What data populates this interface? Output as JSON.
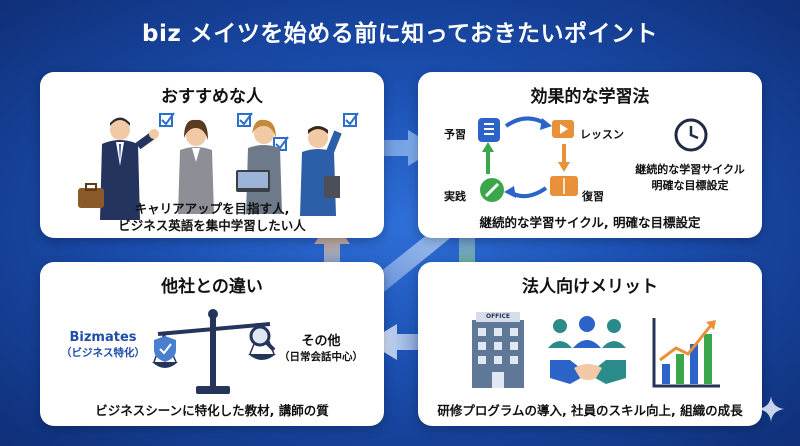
{
  "title": "biz メイツを始める前に知っておきたいポイント",
  "panels": {
    "target": {
      "title": "おすすめな人",
      "caption_line1": "キャリアアップを目指す人,",
      "caption_line2": "ビジネス英語を集中学習したい人"
    },
    "method": {
      "title": "効果的な学習法",
      "cycle": [
        "予習",
        "レッスン",
        "復習",
        "実践"
      ],
      "side_line1": "継続的な学習サイクル",
      "side_line2": "明確な目標設定",
      "caption": "継続的な学習サイクル, 明確な目標設定"
    },
    "difference": {
      "title": "他社との違い",
      "left_name": "Bizmates",
      "left_sub": "（ビジネス特化）",
      "right_name": "その他",
      "right_sub": "（日常会話中心）",
      "caption": "ビジネスシーンに特化した教材, 講師の質"
    },
    "corporate": {
      "title": "法人向けメリット",
      "building_sign": "OFFICE",
      "caption": "研修プログラムの導入, 社員のスキル向上, 組織の成長"
    }
  },
  "colors": {
    "background": "#1b4fb0",
    "accent_blue": "#2b63c9",
    "arrow_green": "#3aa84a",
    "arrow_orange": "#e8913a",
    "check_blue": "#2a6fc9"
  },
  "icons": [
    "briefcase-icon",
    "check-icon",
    "book-icon",
    "play-icon",
    "clock-icon",
    "pencil-icon",
    "scale-icon",
    "shield-icon",
    "magnifier-icon",
    "building-icon",
    "people-icon",
    "handshake-icon",
    "growth-chart-icon",
    "sparkle-icon"
  ]
}
